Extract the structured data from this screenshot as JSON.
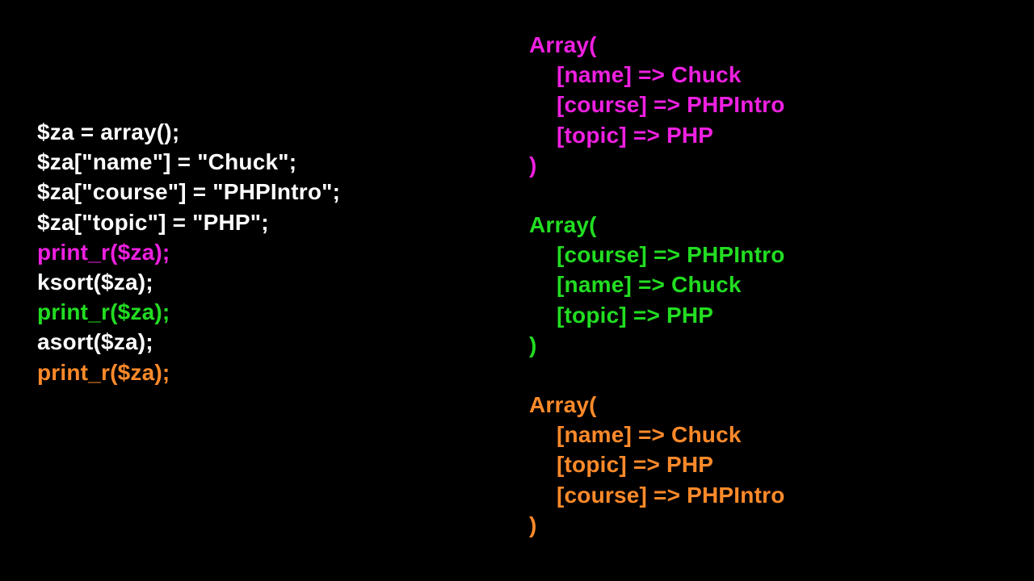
{
  "colors": {
    "background": "#000000",
    "white": "#ffffff",
    "magenta": "#ee20e0",
    "green": "#22dd22",
    "orange": "#ff8a2a"
  },
  "code": {
    "lines": [
      {
        "text": "$za = array();",
        "color": "white"
      },
      {
        "text": "$za[\"name\"] = \"Chuck\";",
        "color": "white"
      },
      {
        "text": "$za[\"course\"] = \"PHPIntro\";",
        "color": "white"
      },
      {
        "text": "$za[\"topic\"] = \"PHP\";",
        "color": "white"
      },
      {
        "text": "print_r($za);",
        "color": "magenta"
      },
      {
        "text": "ksort($za);",
        "color": "white"
      },
      {
        "text": "print_r($za);",
        "color": "green"
      },
      {
        "text": "asort($za);",
        "color": "white"
      },
      {
        "text": "print_r($za);",
        "color": "orange"
      }
    ]
  },
  "outputs": [
    {
      "color": "magenta",
      "open": "Array(",
      "entries": [
        "[name] => Chuck",
        "[course] => PHPIntro",
        "[topic] => PHP"
      ],
      "close": ")"
    },
    {
      "color": "green",
      "open": "Array(",
      "entries": [
        "[course] => PHPIntro",
        "[name] => Chuck",
        "[topic] => PHP"
      ],
      "close": ")"
    },
    {
      "color": "orange",
      "open": "Array(",
      "entries": [
        "[name] => Chuck",
        "[topic] => PHP",
        "[course] => PHPIntro"
      ],
      "close": ")"
    }
  ]
}
